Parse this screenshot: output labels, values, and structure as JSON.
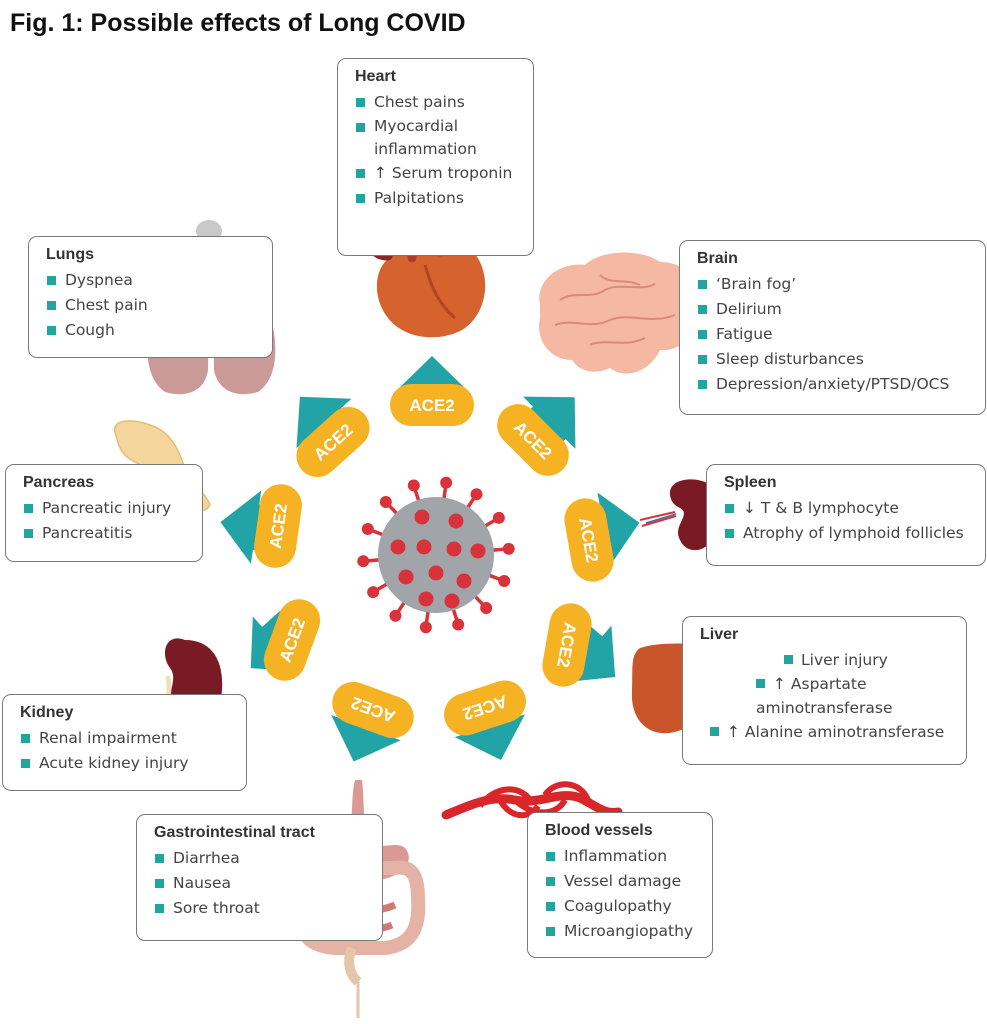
{
  "title": "Fig. 1: Possible effects of Long COVID",
  "receptor_label": "ACE2",
  "colors": {
    "arrow": "#22a3a5",
    "receptor": "#f5b223",
    "bullet": "#21a5a0",
    "virus_body": "#a1a4a8",
    "virus_spike": "#d8323a"
  },
  "organs": {
    "heart": {
      "name": "Heart",
      "effects": [
        "Chest pains",
        "Myocardial inflammation",
        "↑ Serum troponin",
        "Palpitations"
      ]
    },
    "lungs": {
      "name": "Lungs",
      "effects": [
        "Dyspnea",
        "Chest pain",
        "Cough"
      ]
    },
    "brain": {
      "name": "Brain",
      "effects": [
        "‘Brain fog’",
        "Delirium",
        "Fatigue",
        "Sleep disturbances",
        "Depression/anxiety/PTSD/OCS"
      ]
    },
    "pancreas": {
      "name": "Pancreas",
      "effects": [
        "Pancreatic injury",
        "Pancreatitis"
      ]
    },
    "spleen": {
      "name": "Spleen",
      "effects": [
        "↓ T & B lymphocyte",
        "Atrophy of lymphoid follicles"
      ]
    },
    "kidney": {
      "name": "Kidney",
      "effects": [
        "Renal impairment",
        "Acute kidney injury"
      ]
    },
    "liver": {
      "name": "Liver",
      "effects": [
        "Liver injury",
        "↑ Aspartate aminotransferase",
        "↑ Alanine aminotransferase"
      ]
    },
    "gi": {
      "name": "Gastrointestinal tract",
      "effects": [
        "Diarrhea",
        "Nausea",
        "Sore throat"
      ]
    },
    "blood_vessels": {
      "name": "Blood vessels",
      "effects": [
        "Inflammation",
        "Vessel damage",
        "Coagulopathy",
        "Microangiopathy"
      ]
    }
  }
}
